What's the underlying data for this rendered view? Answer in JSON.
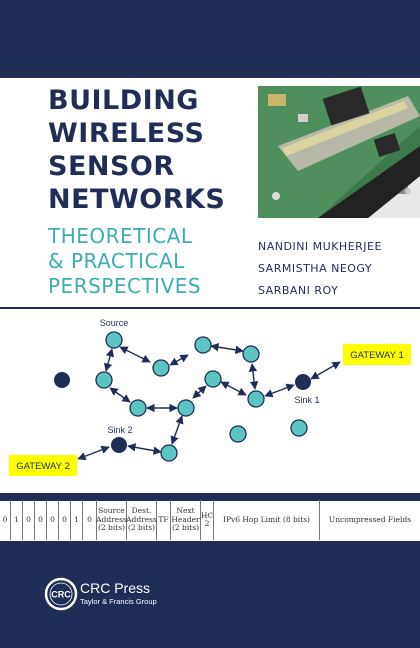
{
  "cover": {
    "title_lines": [
      "BUILDING",
      "WIRELESS",
      "SENSOR",
      "NETWORKS"
    ],
    "subtitle_lines": [
      "THEORETICAL",
      "& PRACTICAL",
      "PERSPECTIVES"
    ],
    "authors": [
      "NANDINI MUKHERJEE",
      "SARMISTHA NEOGY",
      "SARBANI ROY"
    ]
  },
  "network": {
    "source_label": "Source",
    "sink1_label": "Sink 1",
    "sink2_label": "Sink 2",
    "gateway1_label": "GATEWAY 1",
    "gateway2_label": "GATEWAY 2"
  },
  "header_bits": {
    "bits": [
      "0",
      "1",
      "0",
      "0",
      "0",
      "0",
      "1",
      "0"
    ],
    "fields": [
      "Source Address (2 bits)",
      "Dest. Address (2 bits)",
      "TF",
      "Next Header (2 bits)",
      "HC 2",
      "IPv6 Hop Limit (8 bits)",
      "Uncompressed Fields"
    ]
  },
  "publisher": {
    "logo_text": "CRC",
    "name": "CRC Press",
    "sub": "Taylor & Francis Group"
  },
  "colors": {
    "navy": "#1f2d57",
    "teal": "#3aaeb3",
    "node_fill": "#5cc5c0",
    "gateway_fill": "#ffff00"
  }
}
